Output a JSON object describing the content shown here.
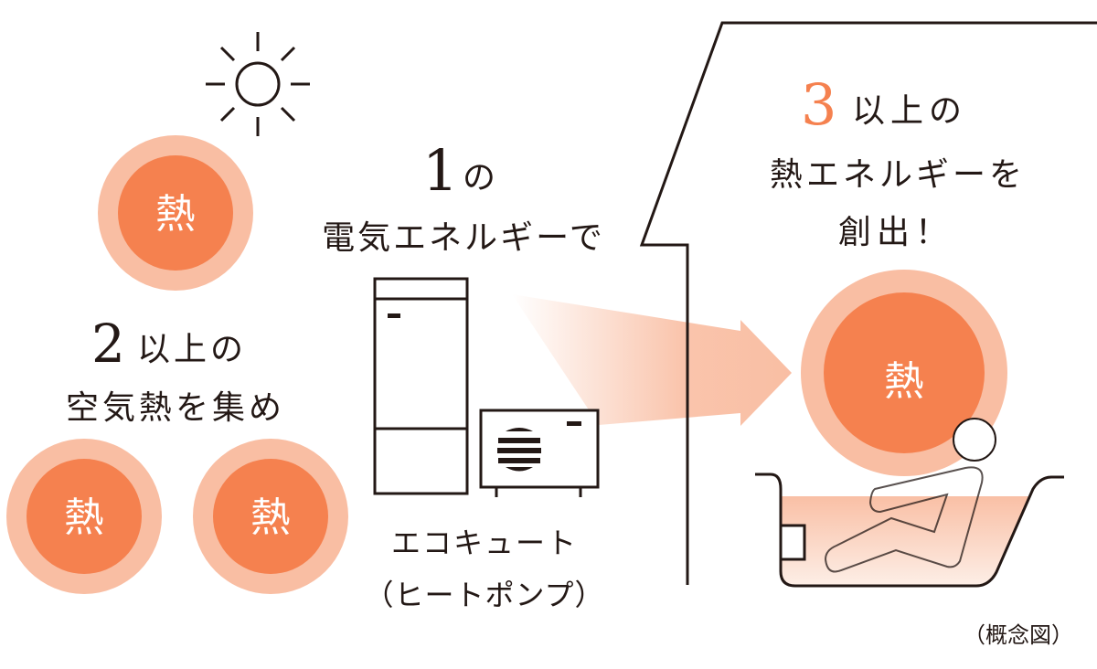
{
  "heat_label": "熱",
  "step1": {
    "number": "1",
    "suffix": "の",
    "line2": "電気エネルギーで"
  },
  "step2": {
    "number": "2",
    "suffix": "以上の",
    "line2": "空気熱を集め"
  },
  "step3": {
    "number": "3",
    "suffix": "以上の",
    "line2": "熱エネルギーを",
    "line3": "創出！"
  },
  "device": {
    "name": "エコキュート",
    "type": "（ヒートポンプ）"
  },
  "note": "（概念図）",
  "colors": {
    "heat_inner": "#f5814f",
    "heat_outer": "#f9bea3",
    "accent": "#f5814f",
    "line": "#231815"
  }
}
